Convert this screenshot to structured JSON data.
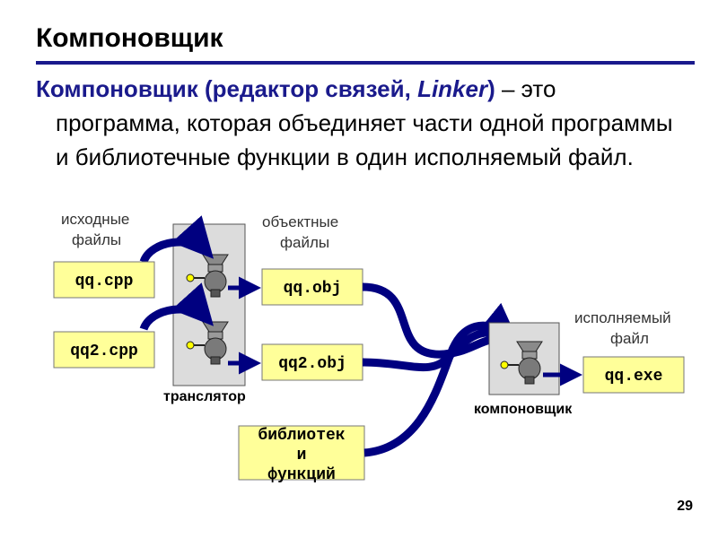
{
  "slide": {
    "title": "Компоновщик",
    "page_number": "29",
    "intro": {
      "term": "Компоновщик (редактор связей, ",
      "term_italic": "Linker",
      "term_close": ")",
      "line1_rest": " – это",
      "rest": "программа, которая объединяет части одной программы и библиотечные функции в один исполняемый файл."
    }
  },
  "diagram": {
    "label_source_1": "исходные",
    "label_source_2": "файлы",
    "label_object_1": "объектные",
    "label_object_2": "файлы",
    "label_exe_1": "исполняемый",
    "label_exe_2": "файл",
    "src1": "qq.cpp",
    "src2": "qq2.cpp",
    "obj1": "qq.obj",
    "obj2": "qq2.obj",
    "exe": "qq.exe",
    "lib_1": "библиотек",
    "lib_2": "и",
    "lib_3": "функций",
    "translator": "транслятор",
    "linker": "компоновщик"
  },
  "colors": {
    "accent": "#1a1a8c",
    "file_box": "#ffff99",
    "stage_box": "#dcdcdc",
    "arrow": "#000080"
  }
}
